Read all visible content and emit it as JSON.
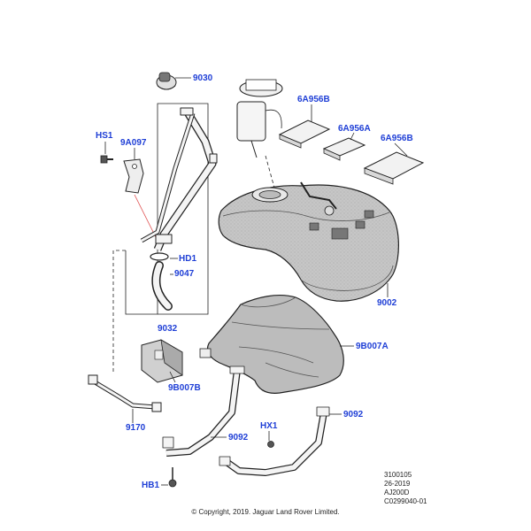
{
  "callouts": {
    "c9030": "9030",
    "c6A956B_1": "6A956B",
    "c6A956A": "6A956A",
    "c6A956B_2": "6A956B",
    "cHS1": "HS1",
    "c9A097": "9A097",
    "cHD1": "HD1",
    "c9047": "9047",
    "c9002": "9002",
    "c9032": "9032",
    "c9B007A": "9B007A",
    "c9B007B": "9B007B",
    "c9170": "9170",
    "cHX1": "HX1",
    "c9092_1": "9092",
    "c9092_2": "9092",
    "cHB1": "HB1"
  },
  "reference": {
    "line1": "3100105",
    "line2": "26-2019",
    "line3": "AJ200D",
    "line4": "C0299040-01"
  },
  "copyright": "© Copyright, 2019. Jaguar Land Rover Limited.",
  "colors": {
    "callout": "#1f3fd6",
    "line": "#222222",
    "tank_fill": "#c9c9c9",
    "tank_shade": "#9e9e9e",
    "leader_red": "#e05050"
  }
}
